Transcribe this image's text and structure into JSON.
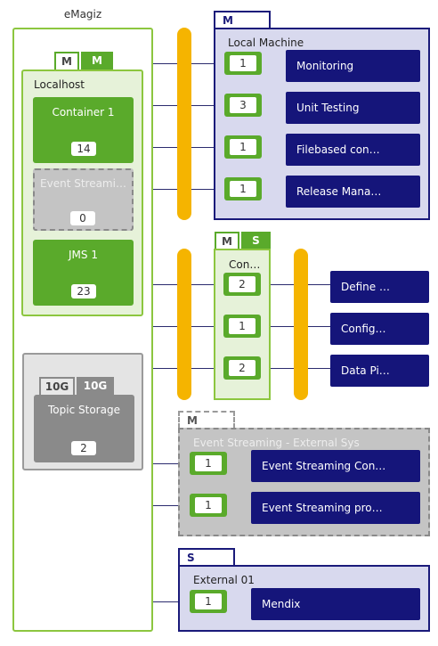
{
  "emagiz": {
    "title": "eMagiz",
    "localhost": {
      "tabs": [
        "M",
        "M"
      ],
      "label": "Localhost",
      "containers": [
        {
          "name": "Container 1",
          "count": "14",
          "state": "active"
        },
        {
          "name": "Event Streami…",
          "count": "0",
          "state": "inactive"
        },
        {
          "name": "JMS 1",
          "count": "23",
          "state": "active"
        }
      ]
    },
    "topic_storage": {
      "tabs": [
        "10G",
        "10G"
      ],
      "label": "Topic Storage",
      "count": "2"
    }
  },
  "local_machine": {
    "tab": "M",
    "title": "Local Machine",
    "flows": [
      {
        "count": "1",
        "name": "Monitoring"
      },
      {
        "count": "3",
        "name": "Unit Testing"
      },
      {
        "count": "1",
        "name": "Filebased con…"
      },
      {
        "count": "1",
        "name": "Release Mana…"
      }
    ]
  },
  "connector": {
    "tabs": [
      "M",
      "S"
    ],
    "title": "Con…",
    "items": [
      {
        "count": "2",
        "flow": "Define …"
      },
      {
        "count": "1",
        "flow": "Config…"
      },
      {
        "count": "2",
        "flow": "Data Pi…"
      }
    ]
  },
  "event_streaming": {
    "tab": "M",
    "title": "Event Streaming - External Sys",
    "flows": [
      {
        "count": "1",
        "name": "Event Streaming Con…"
      },
      {
        "count": "1",
        "name": "Event Streaming pro…"
      }
    ]
  },
  "external": {
    "tab": "S",
    "title": "External 01",
    "flows": [
      {
        "count": "1",
        "name": "Mendix"
      }
    ]
  },
  "colors": {
    "green": "#5aaa2b",
    "navy": "#15157a",
    "bus": "#f5b400",
    "gray": "#8a8a8a"
  }
}
